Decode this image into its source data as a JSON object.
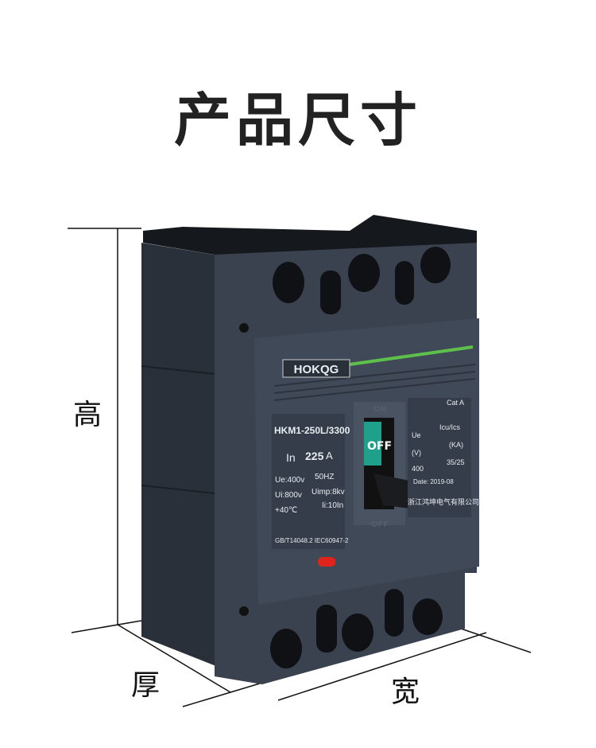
{
  "title": "产品尺寸",
  "dimensions": {
    "height": "高",
    "depth": "厚",
    "width": "宽"
  },
  "product": {
    "brand": "HOKQG",
    "model": "HKM1-250L/3300",
    "rated_current_label": "In",
    "rated_current": "225",
    "rated_current_unit": "A",
    "specs_left": [
      "Ue:400v",
      "50HZ",
      "Ui:800v",
      "Uimp:8kv",
      "+40℃",
      "Ii:10In"
    ],
    "standards": "GB/T14048.2  IEC60947-2",
    "switch_on": "ON",
    "switch_off": "OFF",
    "switch_state": "OFF",
    "right_panel": {
      "cat": "Cat  A",
      "ue": "Ue",
      "icu": "Icu/Ics",
      "v": "(V)",
      "ka": "(KA)",
      "voltage": "400",
      "breaking": "35/25",
      "date": "Date: 2019-08",
      "manufacturer": "浙江鸿坤电气有限公司"
    },
    "colors": {
      "body": "#3a4250",
      "side": "#2a3039",
      "accent_green": "#5dc04a",
      "toggle": "#1fa08a",
      "button_red": "#e0231b"
    }
  }
}
